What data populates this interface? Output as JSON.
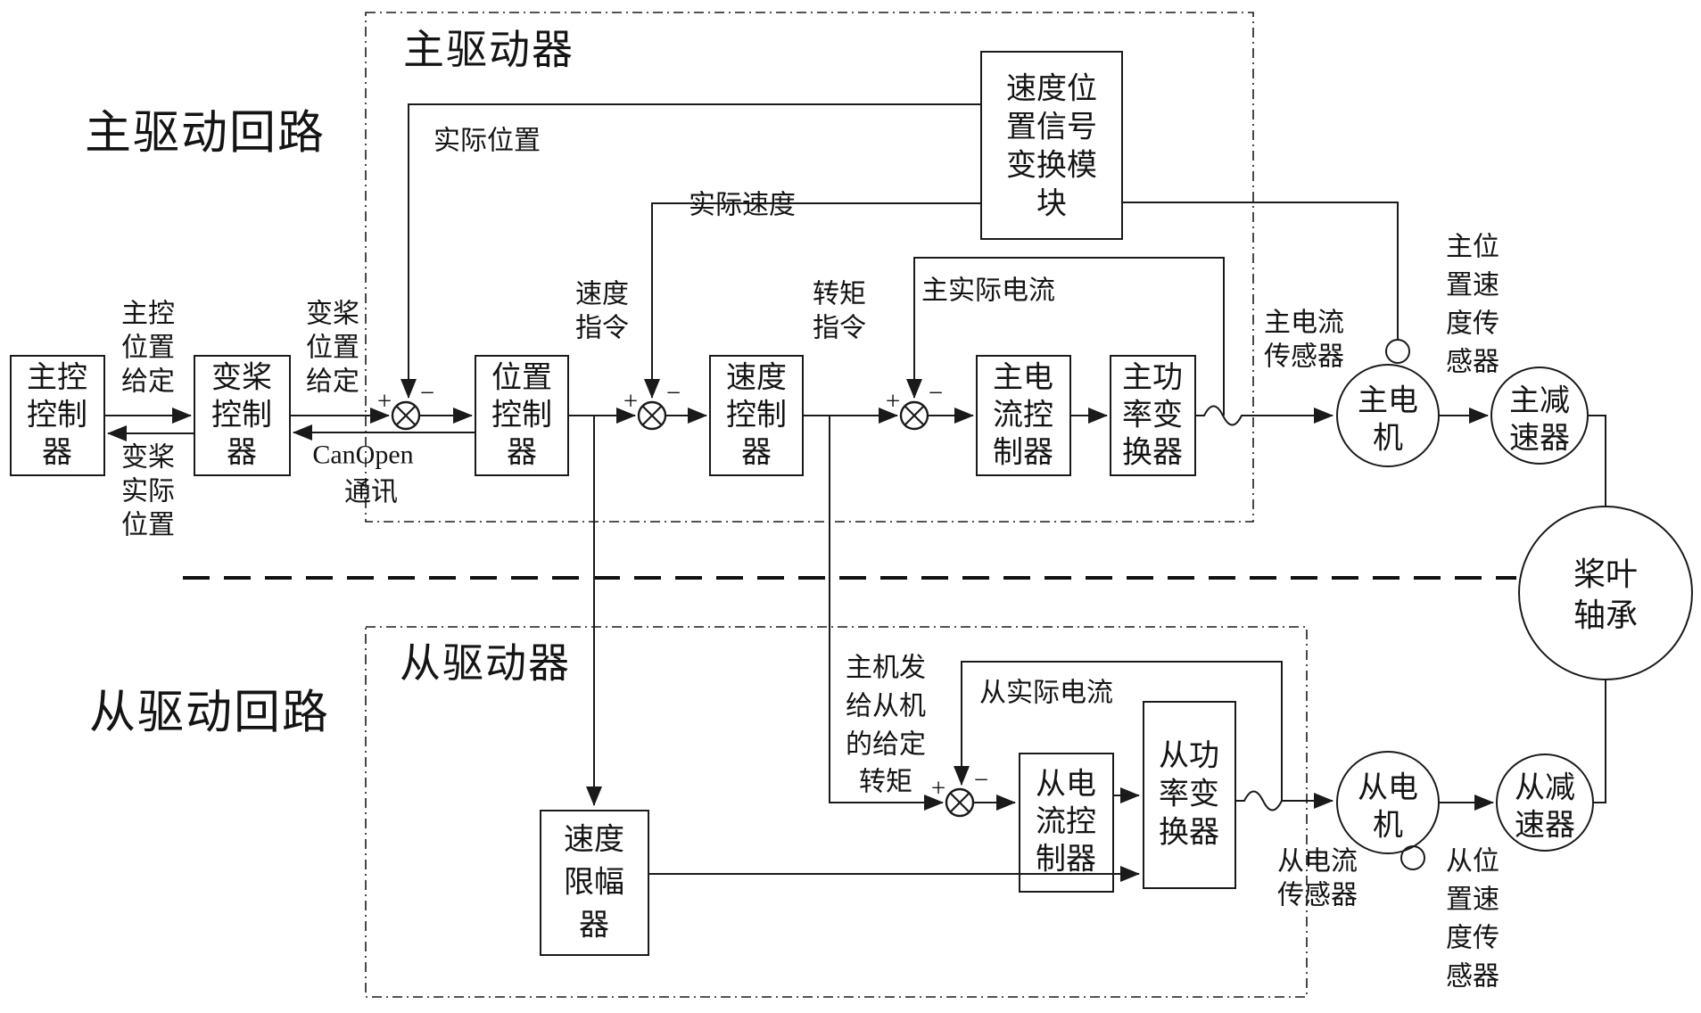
{
  "titles": {
    "main_loop": "主驱动回路",
    "slave_loop": "从驱动回路"
  },
  "groups": {
    "main_driver": "主驱动器",
    "slave_driver": "从驱动器"
  },
  "blocks": {
    "master_ctrl": {
      "lines": [
        "主控",
        "控制",
        "器"
      ]
    },
    "pitch_ctrl": {
      "lines": [
        "变桨",
        "控制",
        "器"
      ]
    },
    "pos_ctrl": {
      "lines": [
        "位置",
        "控制",
        "器"
      ]
    },
    "speed_ctrl": {
      "lines": [
        "速度",
        "控制",
        "器"
      ]
    },
    "main_cur_ctrl": {
      "lines": [
        "主电",
        "流控",
        "制器"
      ]
    },
    "main_pwr_conv": {
      "lines": [
        "主功",
        "率变",
        "换器"
      ]
    },
    "sig_conv": {
      "lines": [
        "速度位",
        "置信号",
        "变换模",
        "块"
      ]
    },
    "speed_limiter": {
      "lines": [
        "速度",
        "限幅",
        "器"
      ]
    },
    "slave_cur_ctrl": {
      "lines": [
        "从电",
        "流控",
        "制器"
      ]
    },
    "slave_pwr_conv": {
      "lines": [
        "从功",
        "率变",
        "换器"
      ]
    },
    "main_motor": {
      "lines": [
        "主电",
        "机"
      ]
    },
    "main_reducer": {
      "lines": [
        "主减",
        "速器"
      ]
    },
    "slave_motor": {
      "lines": [
        "从电",
        "机"
      ]
    },
    "slave_reducer": {
      "lines": [
        "从减",
        "速器"
      ]
    },
    "blade_bearing": {
      "lines": [
        "桨叶",
        "轴承"
      ]
    }
  },
  "labels": {
    "master_pos_ref": [
      "主控",
      "位置",
      "给定"
    ],
    "pitch_pos_ref": [
      "变桨",
      "位置",
      "给定"
    ],
    "pitch_actual_pos": [
      "变桨",
      "实际",
      "位置"
    ],
    "canopen": [
      "CanOpen",
      "通讯"
    ],
    "actual_position": "实际位置",
    "actual_speed": "实际速度",
    "speed_cmd": [
      "速度",
      "指令"
    ],
    "torque_cmd": [
      "转矩",
      "指令"
    ],
    "main_actual_current": "主实际电流",
    "main_current_sensor": [
      "主电流",
      "传感器"
    ],
    "main_pos_speed_sensor": [
      "主位",
      "置速",
      "度传",
      "感器"
    ],
    "master_torque_ref": [
      "主机发",
      "给从机",
      "的给定",
      "转矩"
    ],
    "slave_actual_current": "从实际电流",
    "slave_current_sensor": [
      "从电流",
      "传感器"
    ],
    "slave_pos_speed_sensor": [
      "从位",
      "置速",
      "度传",
      "感器"
    ],
    "plus": "+",
    "minus": "−"
  },
  "colors": {
    "ink": "#1a1a1a",
    "background": "#ffffff"
  }
}
